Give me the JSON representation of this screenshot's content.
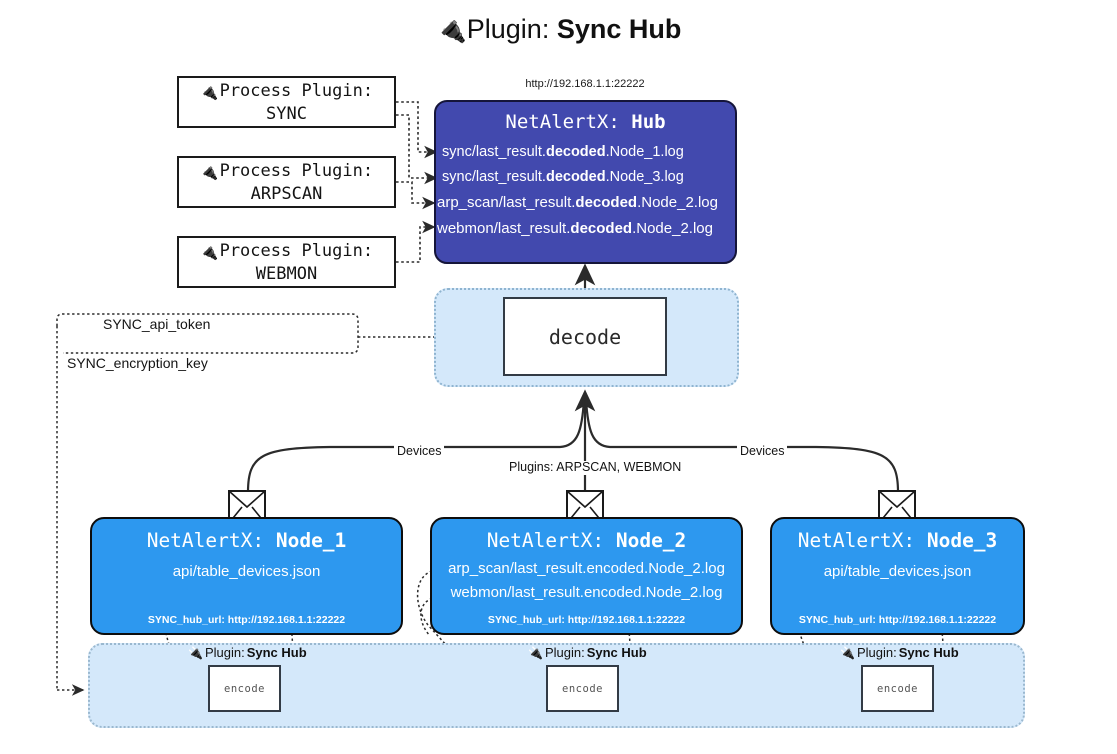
{
  "title": {
    "icon": "plug-icon",
    "glyph": "🔌",
    "prefix": "Plugin: ",
    "name": "Sync Hub"
  },
  "hub": {
    "url": "http://192.168.1.1:22222",
    "label_prefix": "NetAlertX: ",
    "label_name": "Hub",
    "logs": [
      {
        "pre": "sync/last_result.",
        "mid": "decoded",
        "post": ".Node_1.log"
      },
      {
        "pre": "sync/last_result.",
        "mid": "decoded",
        "post": ".Node_3.log"
      },
      {
        "pre": "arp_scan/last_result.",
        "mid": "decoded",
        "post": ".Node_2.log"
      },
      {
        "pre": "webmon/last_result.",
        "mid": "decoded",
        "post": ".Node_2.log"
      }
    ]
  },
  "process_plugins": [
    {
      "line1": "Process Plugin:",
      "line2": "SYNC",
      "glyph": "🔌"
    },
    {
      "line1": "Process Plugin:",
      "line2": "ARPSCAN",
      "glyph": "🔌"
    },
    {
      "line1": "Process Plugin:",
      "line2": "WEBMON",
      "glyph": "🔌"
    }
  ],
  "decode": {
    "label": "decode"
  },
  "settings": {
    "api_token": "SYNC_api_token",
    "encryption_key": "SYNC_encryption_key"
  },
  "edge_labels": {
    "devices_left": "Devices",
    "devices_right": "Devices",
    "plugins_center": "Plugins: ARPSCAN, WEBMON"
  },
  "nodes": [
    {
      "label_prefix": "NetAlertX: ",
      "label_name": "Node_1",
      "lines": [
        "api/table_devices.json"
      ],
      "footer": "SYNC_hub_url: http://192.168.1.1:22222"
    },
    {
      "label_prefix": "NetAlertX: ",
      "label_name": "Node_2",
      "lines": [
        "arp_scan/last_result.encoded.Node_2.log",
        "webmon/last_result.encoded.Node_2.log"
      ],
      "footer": "SYNC_hub_url: http://192.168.1.1:22222"
    },
    {
      "label_prefix": "NetAlertX: ",
      "label_name": "Node_3",
      "lines": [
        "api/table_devices.json"
      ],
      "footer": "SYNC_hub_url: http://192.168.1.1:22222"
    }
  ],
  "encoders": [
    {
      "caption_prefix": "Plugin: ",
      "caption_name": "Sync Hub",
      "box_label": "encode",
      "glyph": "🔌"
    },
    {
      "caption_prefix": "Plugin: ",
      "caption_name": "Sync Hub",
      "box_label": "encode",
      "glyph": "🔌"
    },
    {
      "caption_prefix": "Plugin: ",
      "caption_name": "Sync Hub",
      "box_label": "encode",
      "glyph": "🔌"
    }
  ],
  "colors": {
    "hub": "#4249ae",
    "node": "#2d98ef",
    "panel": "#d4e8fa",
    "stroke": "#2b2b2b",
    "background": "#ffffff"
  }
}
